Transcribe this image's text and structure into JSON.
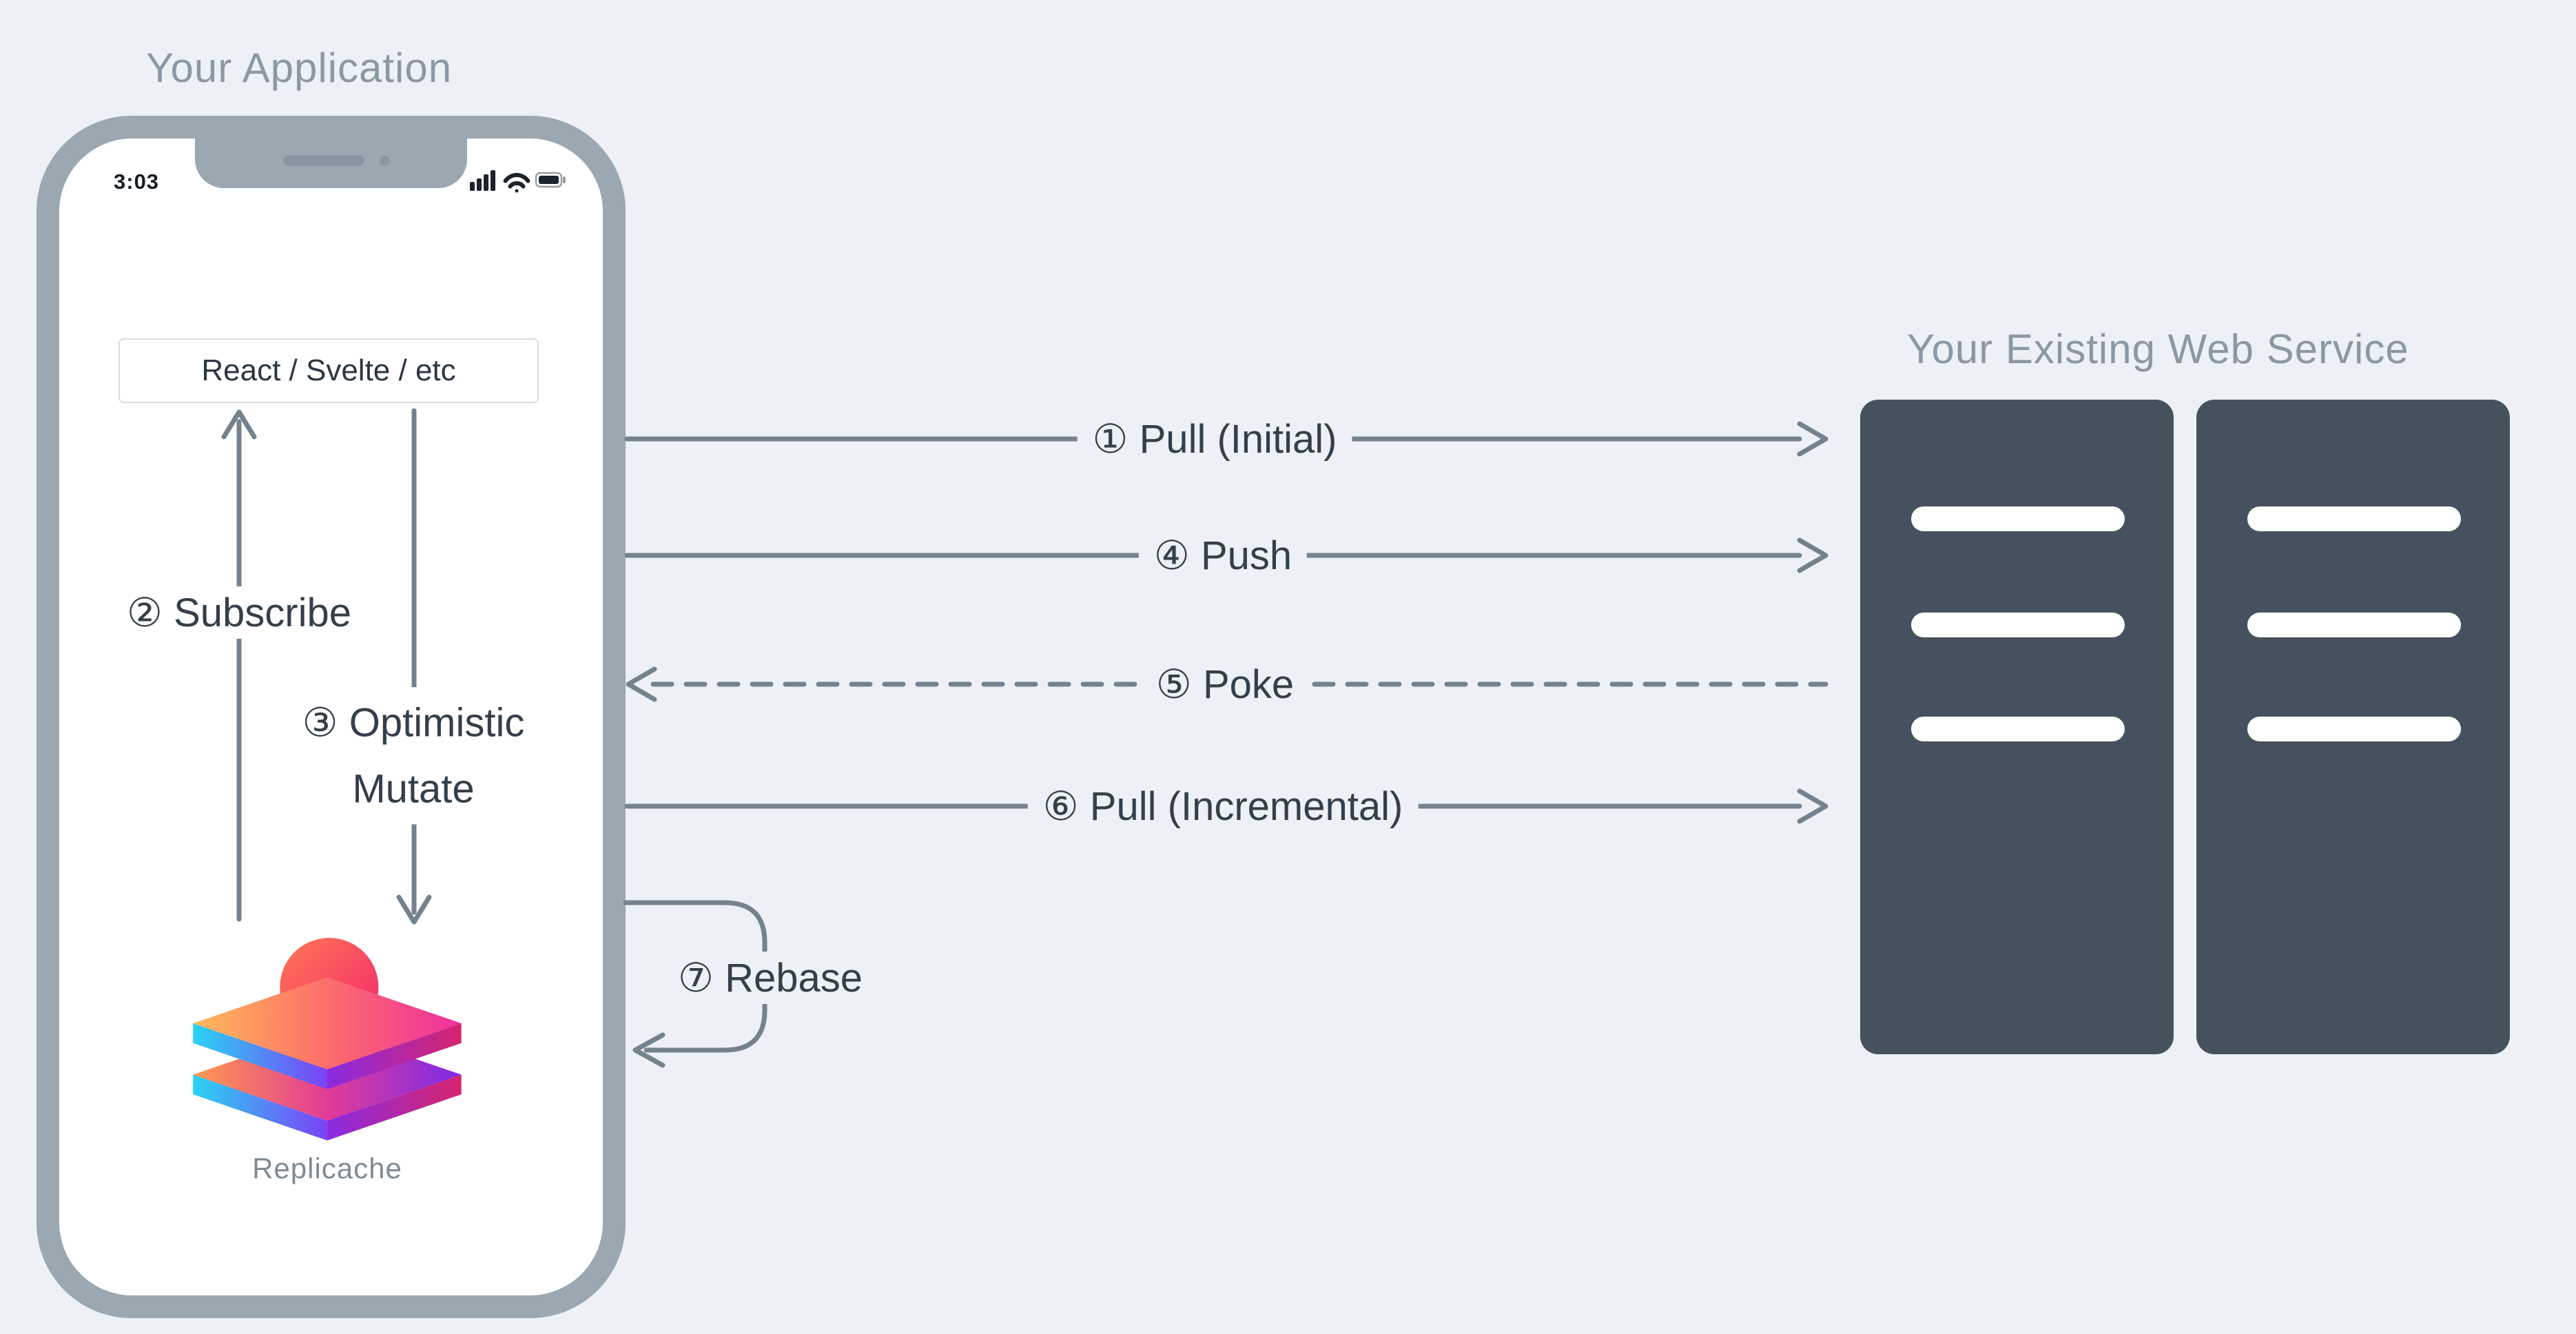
{
  "titles": {
    "application": "Your Application",
    "web_service": "Your Existing Web Service"
  },
  "phone": {
    "status_time": "3:03",
    "status_icons": [
      "cellular-signal-icon",
      "wifi-icon",
      "battery-icon"
    ],
    "framework_label": "React / Svelte / etc",
    "logo": "replicache-logo",
    "logo_caption": "Replicache"
  },
  "flows": {
    "pull_initial": "① Pull (Initial)",
    "subscribe": "② Subscribe",
    "optimistic_line1": "③ Optimistic",
    "optimistic_line2": "Mutate",
    "push": "④ Push",
    "poke": "⑤ Poke",
    "pull_incremental": "⑥ Pull (Incremental)",
    "rebase": "⑦ Rebase"
  },
  "colors": {
    "background": "#edf1f5",
    "phone_bezel": "#9ba8b2",
    "server_fill": "#45525d",
    "arrow": "#74828e",
    "label_text": "#333f4b",
    "muted_title": "#8b98a3",
    "logo_pink": "#f0256e",
    "logo_orange": "#ffb959",
    "logo_magenta": "#e23c96",
    "logo_purple": "#7d2ae8",
    "logo_cyan": "#2ad4f4"
  }
}
